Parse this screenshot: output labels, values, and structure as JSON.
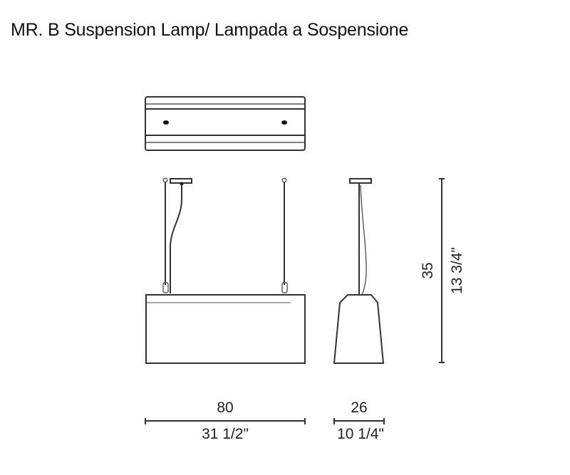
{
  "title": "MR. B Suspension Lamp/ Lampada a Sospensione",
  "views": {
    "top": {
      "label": "top-view"
    },
    "front": {
      "label": "front-view"
    },
    "side": {
      "label": "side-view"
    }
  },
  "dimensions": {
    "width": {
      "cm": "80",
      "inch": "31 1/2\""
    },
    "depth": {
      "cm": "26",
      "inch": "10 1/4\""
    },
    "height": {
      "cm": "35",
      "inch": "13 3/4\""
    }
  },
  "colors": {
    "line": "#333333",
    "text": "#222222",
    "background": "#ffffff"
  }
}
